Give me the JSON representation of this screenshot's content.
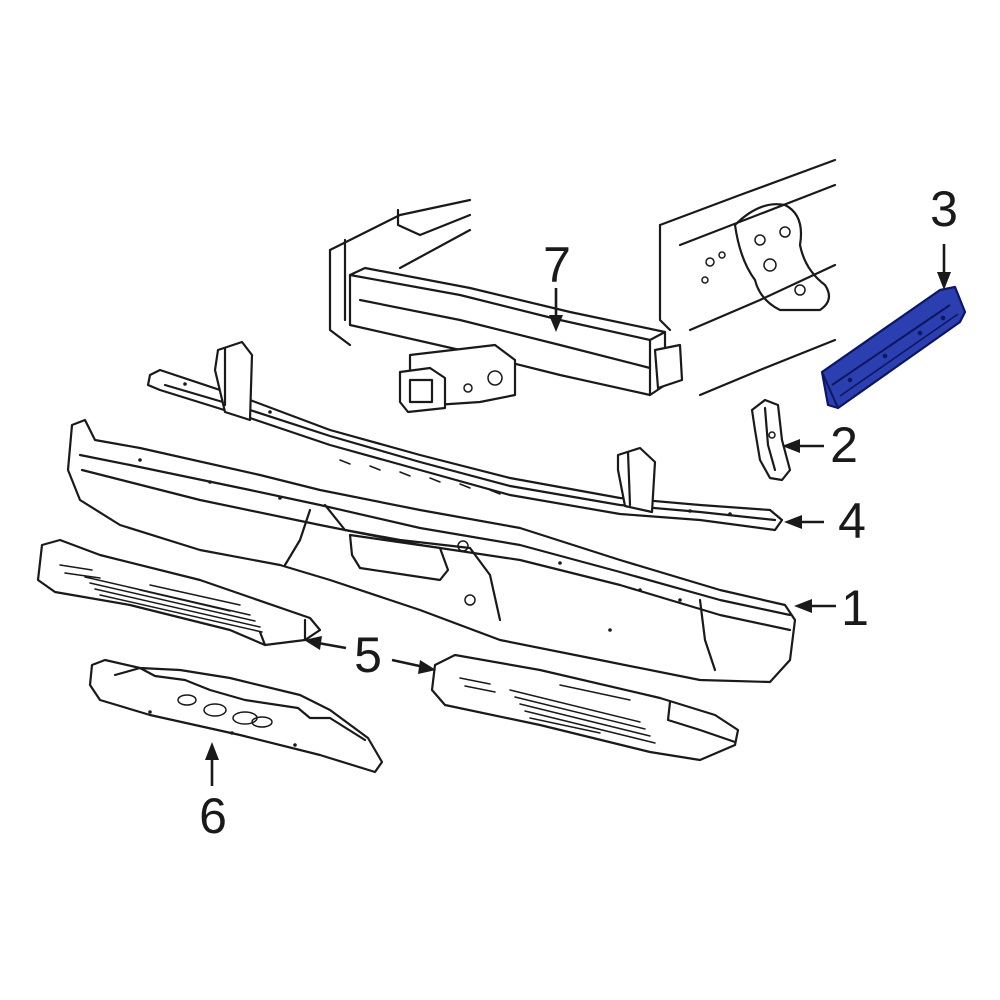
{
  "callouts": [
    {
      "id": "1",
      "label": "1"
    },
    {
      "id": "2",
      "label": "2"
    },
    {
      "id": "3",
      "label": "3"
    },
    {
      "id": "4",
      "label": "4"
    },
    {
      "id": "5",
      "label": "5"
    },
    {
      "id": "6",
      "label": "6"
    },
    {
      "id": "7",
      "label": "7"
    }
  ],
  "highlight_part": "3",
  "colors": {
    "line": "#1a1a1a",
    "highlight_fill": "#2c3fb0",
    "highlight_edge": "#0d1660",
    "background": "#ffffff"
  }
}
